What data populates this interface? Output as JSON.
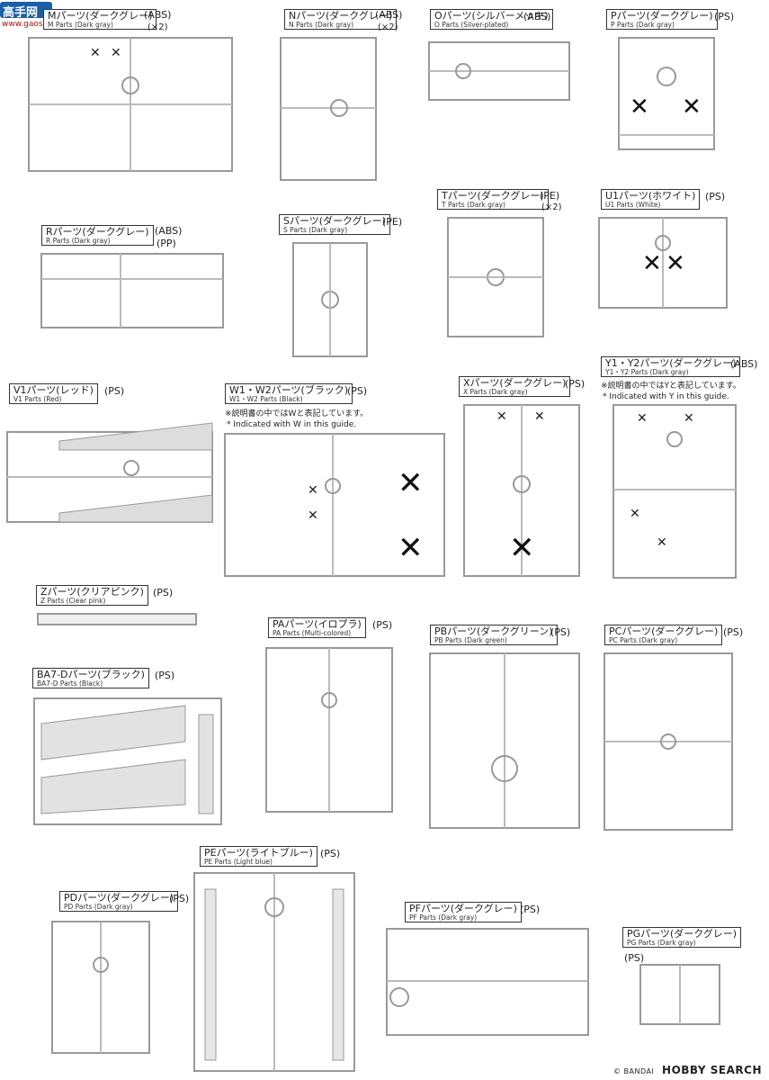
{
  "watermark": {
    "logo_text": "高手网",
    "url_text": "www.gaoshou.net"
  },
  "sections": [
    {
      "id": "M",
      "jp": "Mパーツ(ダークグレー)",
      "en": "M Parts (Dark gray)",
      "mat": "(ABS)",
      "qty": "(×2)"
    },
    {
      "id": "N",
      "jp": "Nパーツ(ダークグレー)",
      "en": "N Parts (Dark gray)",
      "mat": "(ABS)",
      "qty": "(×2)"
    },
    {
      "id": "O",
      "jp": "Oパーツ(シルバーメッキ)",
      "en": "O Parts (Silver-plated)",
      "mat": "(ABS)"
    },
    {
      "id": "P",
      "jp": "Pパーツ(ダークグレー)",
      "en": "P Parts (Dark gray)",
      "mat": "(PS)"
    },
    {
      "id": "R",
      "jp": "Rパーツ(ダークグレー)",
      "en": "R Parts (Dark gray)",
      "mat": "(ABS)",
      "mat2": "(PP)"
    },
    {
      "id": "S",
      "jp": "Sパーツ(ダークグレー)",
      "en": "S Parts (Dark gray)",
      "mat": "(PE)"
    },
    {
      "id": "T",
      "jp": "Tパーツ(ダークグレー)",
      "en": "T Parts (Dark gray)",
      "mat": "(PE)",
      "qty": "(×2)"
    },
    {
      "id": "U1",
      "jp": "U1パーツ(ホワイト)",
      "en": "U1 Parts (White)",
      "mat": "(PS)"
    },
    {
      "id": "V1",
      "jp": "V1パーツ(レッド)",
      "en": "V1 Parts (Red)",
      "mat": "(PS)"
    },
    {
      "id": "W",
      "jp": "W1・W2パーツ(ブラック)",
      "en": "W1・W2 Parts (Black)",
      "mat": "(PS)",
      "note_jp": "※説明書の中ではWと表記しています。",
      "note_en": "* Indicated with W in this guide."
    },
    {
      "id": "X",
      "jp": "Xパーツ(ダークグレー)",
      "en": "X Parts (Dark gray)",
      "mat": "(PS)"
    },
    {
      "id": "Y",
      "jp": "Y1・Y2パーツ(ダークグレー)",
      "en": "Y1・Y2 Parts (Dark gray)",
      "mat": "(ABS)",
      "note_jp": "※説明書の中ではYと表記しています。",
      "note_en": "* Indicated with Y in this guide."
    },
    {
      "id": "Z",
      "jp": "Zパーツ(クリアピンク)",
      "en": "Z Parts (Clear pink)",
      "mat": "(PS)"
    },
    {
      "id": "PA",
      "jp": "PAパーツ(イロプラ)",
      "en": "PA Parts (Multi-colored)",
      "mat": "(PS)"
    },
    {
      "id": "PB",
      "jp": "PBパーツ(ダークグリーン)",
      "en": "PB Parts (Dark green)",
      "mat": "(PS)"
    },
    {
      "id": "PC",
      "jp": "PCパーツ(ダークグレー)",
      "en": "PC Parts (Dark gray)",
      "mat": "(PS)"
    },
    {
      "id": "BA7",
      "jp": "BA7-Dパーツ(ブラック)",
      "en": "BA7-D Parts (Black)",
      "mat": "(PS)"
    },
    {
      "id": "PE",
      "jp": "PEパーツ(ライトブルー)",
      "en": "PE Parts (Light blue)",
      "mat": "(PS)"
    },
    {
      "id": "PD",
      "jp": "PDパーツ(ダークグレー)",
      "en": "PD Parts (Dark gray)",
      "mat": "(PS)"
    },
    {
      "id": "PF",
      "jp": "PFパーツ(ダークグレー)",
      "en": "PF Parts (Dark gray)",
      "mat": "(PS)"
    },
    {
      "id": "PG",
      "jp": "PGパーツ(ダークグレー)",
      "en": "PG Parts (Dark gray)",
      "mat": "(PS)"
    }
  ],
  "footer": {
    "copyright": "© BANDAI",
    "brand": "HOBBY SEARCH"
  }
}
